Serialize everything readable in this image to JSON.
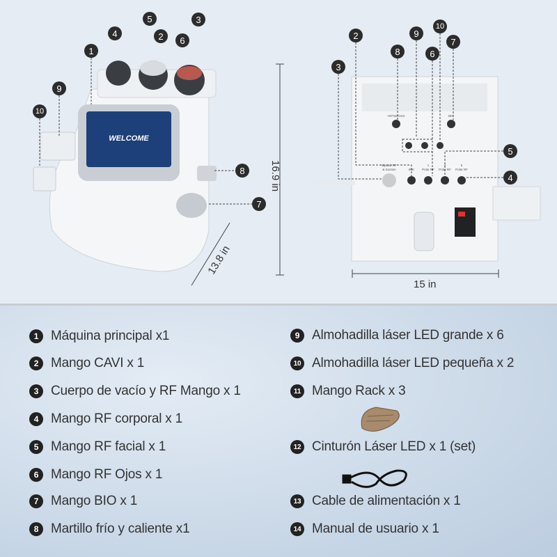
{
  "screen": {
    "text": "WELCOME"
  },
  "dimensions": {
    "height": "16.9 in",
    "depth": "13.8 in",
    "width": "15 in"
  },
  "panel_labels": {
    "hot_cold": "HOT&COLD",
    "bio": "BIO",
    "bipolar": "Bipolar RF",
    "suction": "& Suction",
    "k80": "80K",
    "polar1a": "1",
    "polar1b": "Polar RF",
    "polar4a": "4",
    "polar4b": "Polar RF",
    "polar6a": "6",
    "polar6b": "Polar RF"
  },
  "callouts_front": [
    "1",
    "2",
    "3",
    "4",
    "5",
    "6",
    "7",
    "8",
    "9",
    "10"
  ],
  "callouts_back": [
    "2",
    "3",
    "8",
    "9",
    "10",
    "6",
    "7",
    "5",
    "4"
  ],
  "items_left": [
    {
      "n": "1",
      "label": "Máquina principal x1"
    },
    {
      "n": "2",
      "label": "Mango CAVI x 1"
    },
    {
      "n": "3",
      "label": "Cuerpo de vacío y RF Mango x 1"
    },
    {
      "n": "4",
      "label": "Mango RF corporal x 1"
    },
    {
      "n": "5",
      "label": "Mango RF facial x 1"
    },
    {
      "n": "6",
      "label": "Mango RF Ojos x 1"
    },
    {
      "n": "7",
      "label": "Mango BIO x 1"
    },
    {
      "n": "8",
      "label": "Martillo frío y caliente x1"
    }
  ],
  "items_right": [
    {
      "n": "9",
      "label": "Almohadilla láser LED grande x 6"
    },
    {
      "n": "10",
      "label": "Almohadilla láser LED pequeña x 2"
    },
    {
      "n": "11",
      "label": "Mango Rack x 3"
    },
    {
      "n": "12",
      "label": "Cinturón Láser LED x 1 (set)"
    },
    {
      "n": "13",
      "label": "Cable de alimentación x 1"
    },
    {
      "n": "14",
      "label": "Manual de usuario x 1"
    }
  ]
}
